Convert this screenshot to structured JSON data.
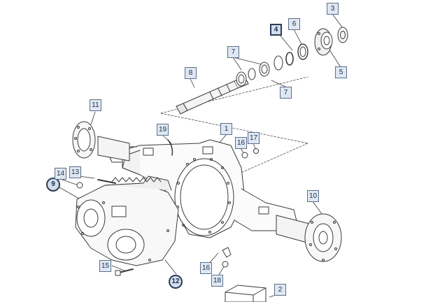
{
  "callouts": [
    {
      "id": "c1",
      "label": "1"
    },
    {
      "id": "c2",
      "label": "2"
    },
    {
      "id": "c3",
      "label": "3"
    },
    {
      "id": "c4",
      "label": "4"
    },
    {
      "id": "c5",
      "label": "5"
    },
    {
      "id": "c6",
      "label": "6"
    },
    {
      "id": "c7a",
      "label": "7"
    },
    {
      "id": "c7b",
      "label": "7"
    },
    {
      "id": "c8",
      "label": "8"
    },
    {
      "id": "c9",
      "label": "9"
    },
    {
      "id": "c10",
      "label": "10"
    },
    {
      "id": "c11",
      "label": "11"
    },
    {
      "id": "c12",
      "label": "12"
    },
    {
      "id": "c13",
      "label": "13"
    },
    {
      "id": "c14",
      "label": "14"
    },
    {
      "id": "c15",
      "label": "15"
    },
    {
      "id": "c16a",
      "label": "16"
    },
    {
      "id": "c16b",
      "label": "16"
    },
    {
      "id": "c17",
      "label": "17"
    },
    {
      "id": "c18",
      "label": "18"
    },
    {
      "id": "c19",
      "label": "19"
    }
  ],
  "colors": {
    "line": "#3a3a3a",
    "callout_fill": "#dfe7f2",
    "callout_border": "#5a6f8a"
  }
}
